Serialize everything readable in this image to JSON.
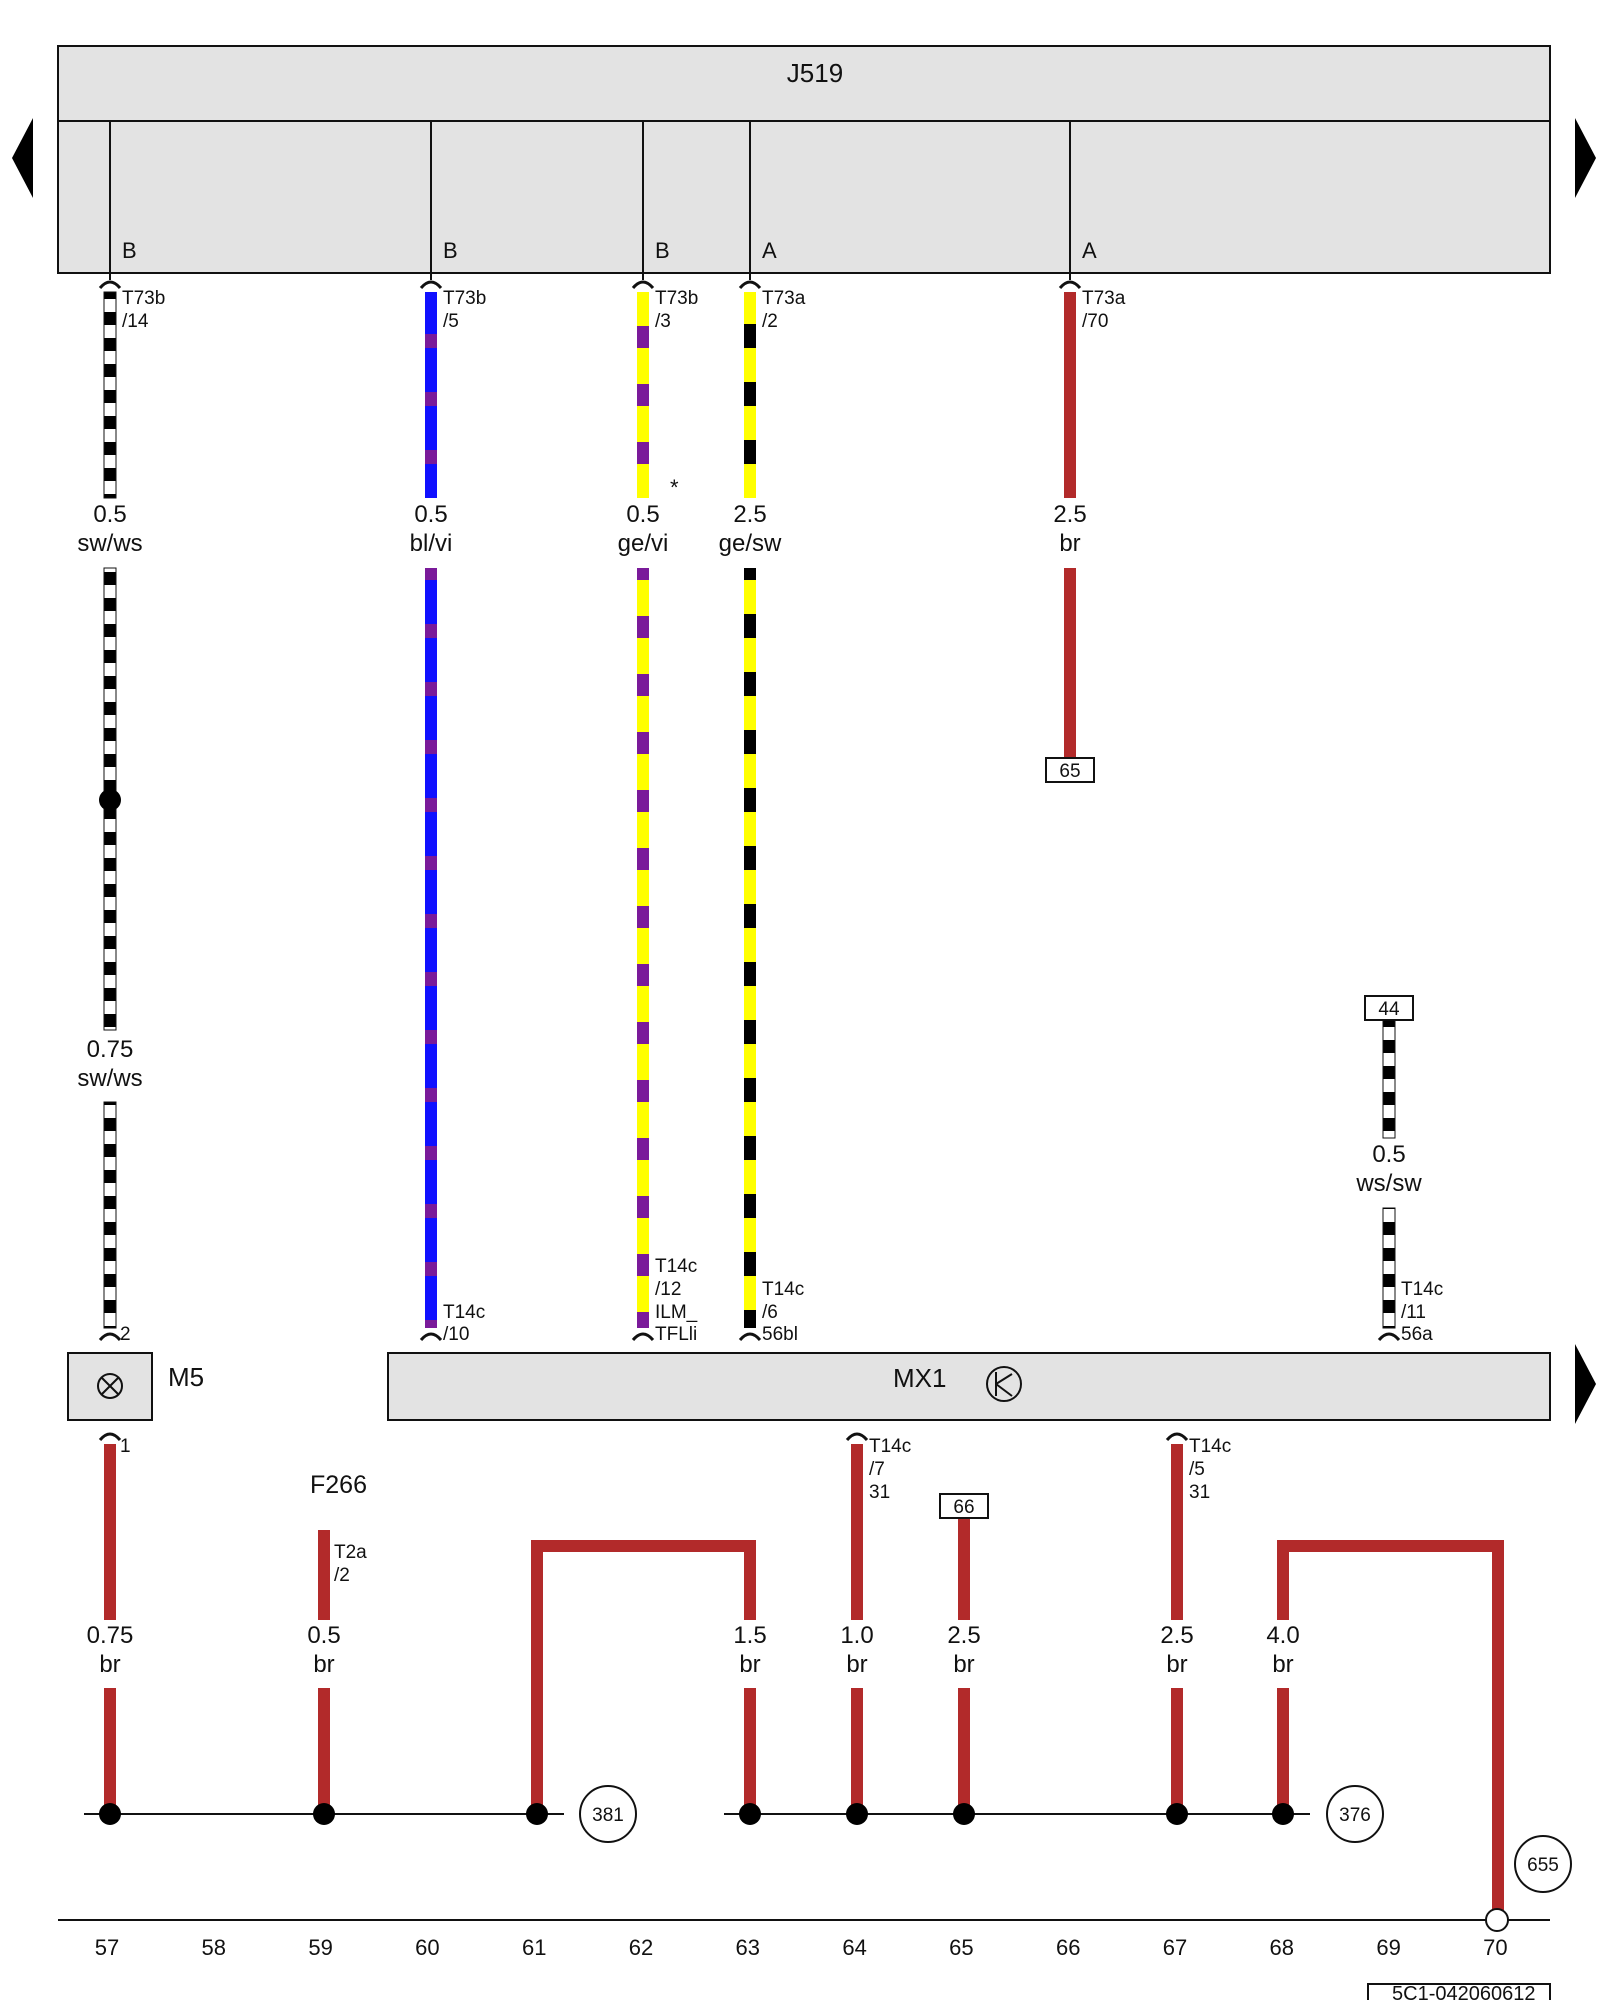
{
  "colors": {
    "sw": "#000000",
    "ws": "#ffffff",
    "bl": "#1010ff",
    "vi": "#7a1a9a",
    "ge": "#ffff00",
    "br": "#b22a2a",
    "panel": "#e3e3e3"
  },
  "arrows": [
    "left-arrow-icon",
    "right-arrow-icon",
    "right-arrow-icon"
  ],
  "components": {
    "j519": "J519",
    "mx1": "MX1",
    "m5": "M5",
    "f266": "F266",
    "m5_pin_top": "2",
    "m5_pin_bottom": "1",
    "mx1_symbol": "brightness-control-icon",
    "m5_symbol": "bulb-icon"
  },
  "pin_letters": [
    "B",
    "B",
    "B",
    "A",
    "A"
  ],
  "connectors_top": [
    [
      "T73b",
      "/14"
    ],
    [
      "T73b",
      "/5"
    ],
    [
      "T73b",
      "/3"
    ],
    [
      "T73a",
      "/2"
    ],
    [
      "T73a",
      "/70"
    ]
  ],
  "connectors_mid": [
    [
      "T14c",
      "/10"
    ],
    [
      "T14c",
      "/12",
      "ILM_",
      "TFLli"
    ],
    [
      "T14c",
      "/6",
      "56bl"
    ],
    [
      "T14c",
      "/11",
      "56a"
    ]
  ],
  "connectors_bottom": [
    [
      "T14c",
      "/7",
      "31"
    ],
    [
      "T14c",
      "/5",
      "31"
    ],
    [
      "T2a",
      "/2"
    ]
  ],
  "wire_labels": [
    [
      "0.5",
      "sw/ws"
    ],
    [
      "0.5",
      "bl/vi"
    ],
    [
      "0.5",
      "ge/vi"
    ],
    [
      "2.5",
      "ge/sw"
    ],
    [
      "2.5",
      "br"
    ],
    [
      "0.75",
      "sw/ws"
    ],
    [
      "0.5",
      "ws/sw"
    ],
    [
      "0.75",
      "br"
    ],
    [
      "0.5",
      "br"
    ],
    [
      "1.5",
      "br"
    ],
    [
      "1.0",
      "br"
    ],
    [
      "2.5",
      "br"
    ],
    [
      "2.5",
      "br"
    ],
    [
      "4.0",
      "br"
    ]
  ],
  "star_note": "*",
  "ref_boxes": [
    "65",
    "44",
    "66"
  ],
  "ref_circles": [
    "381",
    "376",
    "655"
  ],
  "grid_numbers": [
    "57",
    "58",
    "59",
    "60",
    "61",
    "62",
    "63",
    "64",
    "65",
    "66",
    "67",
    "68",
    "69",
    "70"
  ],
  "footer_code": "5C1-042060612"
}
